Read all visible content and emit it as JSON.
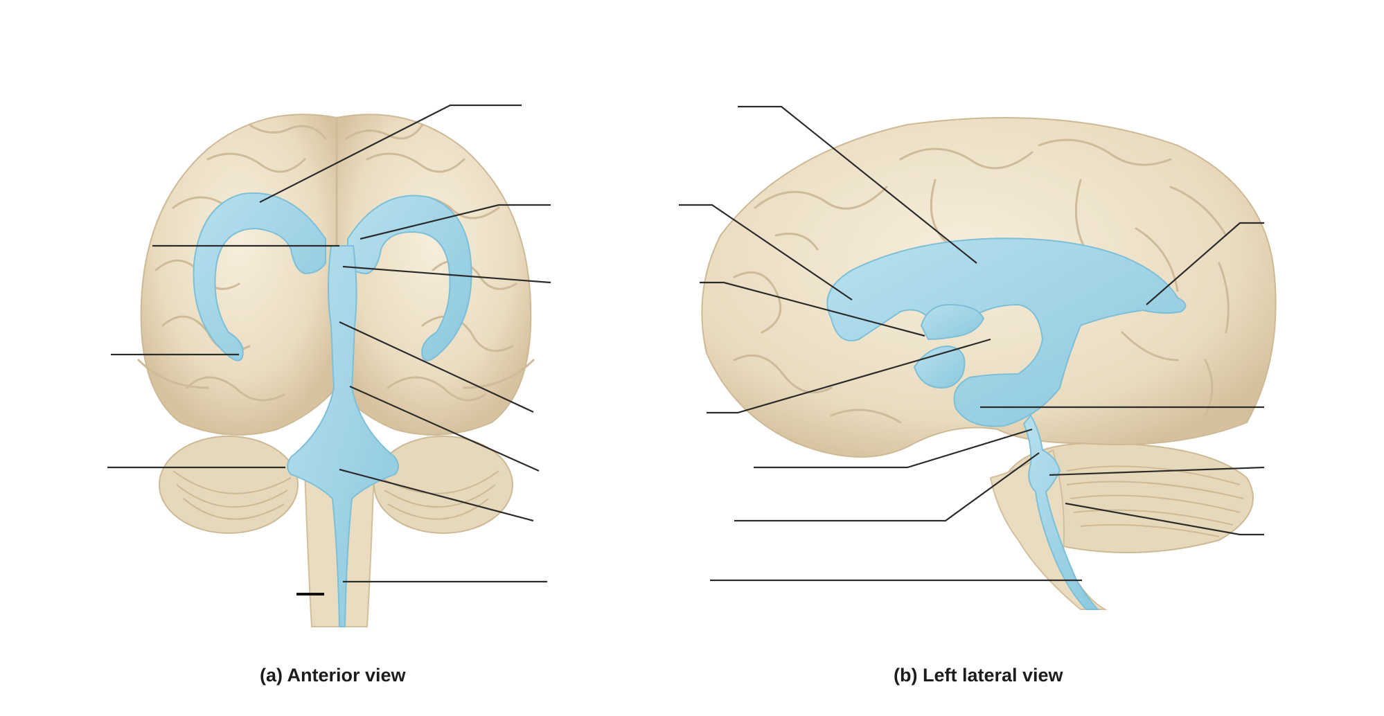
{
  "figure": {
    "panels": [
      {
        "id": "a",
        "caption": "(a) Anterior view"
      },
      {
        "id": "b",
        "caption": "(b) Left lateral view"
      }
    ],
    "colors": {
      "brain_tissue": "#eee3cc",
      "brain_shadow": "#d9c7a6",
      "sulcus": "#cdbb99",
      "ventricle": "#9fd2e4",
      "ventricle_edge": "#7dbfd6",
      "leader_line": "#2b2b2b"
    },
    "icons": [
      "brain-anterior-illustration",
      "brain-lateral-illustration"
    ]
  }
}
